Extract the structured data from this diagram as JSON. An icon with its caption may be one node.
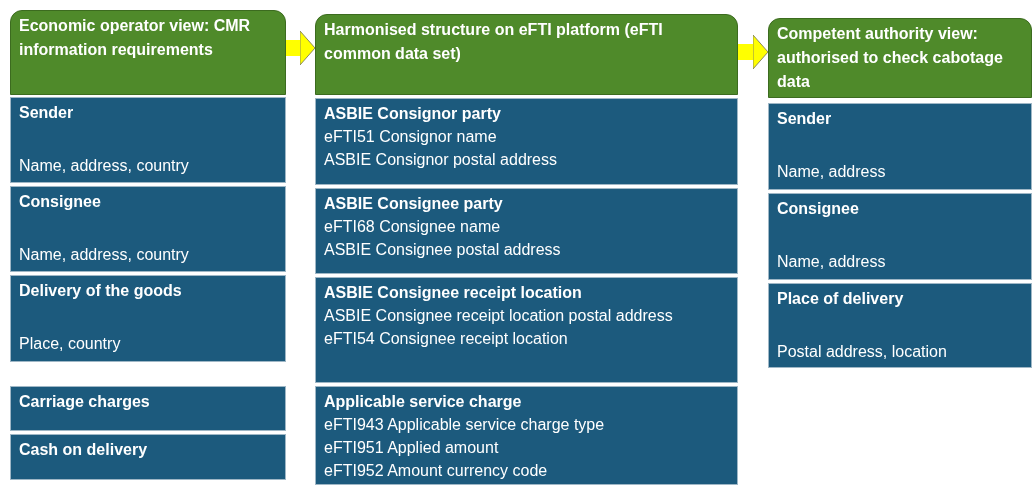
{
  "diagram": {
    "nodes": [
      {
        "text": [
          "Economic operator view: CMR information requirements"
        ]
      },
      {
        "text": [
          "Sender",
          "Name, address, country"
        ]
      },
      {
        "text": [
          "Consignee",
          "Name, address, country"
        ]
      },
      {
        "text": [
          "Delivery of the goods",
          "Place, country"
        ]
      },
      {
        "text": [
          "Carriage charges"
        ]
      },
      {
        "text": [
          "Cash on delivery"
        ]
      },
      {
        "text": [
          "Harmonised structure on eFTI platform (eFTI common data set)"
        ]
      },
      {
        "text": [
          "ASBIE Consignor party",
          "eFTI51 Consignor name",
          "ASBIE Consignor postal address"
        ]
      },
      {
        "text": [
          "ASBIE Consignee party",
          "eFTI68 Consignee name",
          "ASBIE Consignee postal address"
        ]
      },
      {
        "text": [
          "ASBIE Consignee receipt location",
          "ASBIE Consignee receipt location postal address",
          "eFTI54 Consignee receipt location"
        ]
      },
      {
        "text": [
          "Applicable service charge",
          "eFTI943 Applicable service charge type",
          "eFTI951 Applied amount",
          "eFTI952 Amount currency code"
        ]
      },
      {
        "text": [
          "Competent authority view: authorised to check cabotage data"
        ]
      },
      {
        "text": [
          "Sender",
          "Name, address"
        ]
      },
      {
        "text": [
          "Consignee",
          "Name, address"
        ]
      },
      {
        "text": [
          "Place of delivery",
          "Postal address, location"
        ]
      }
    ],
    "edges": [
      {
        "from": 0,
        "to": 6,
        "arrow": "to"
      },
      {
        "from": 6,
        "to": 11,
        "arrow": "to"
      }
    ]
  }
}
